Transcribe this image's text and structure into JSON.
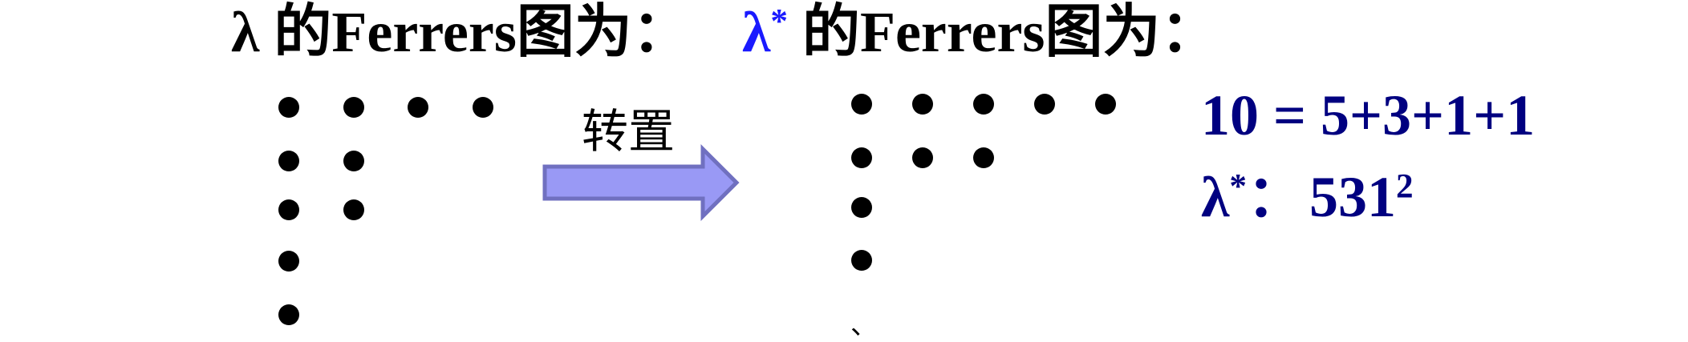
{
  "left_title": {
    "lambda": "λ",
    "text": " 的Ferrers图为："
  },
  "right_title": {
    "lambda": "λ",
    "star": "*",
    "text": " 的Ferrers图为："
  },
  "arrow_label": "转置",
  "colors": {
    "lambda_star": "#1a1aff",
    "equation": "#000080",
    "arrow_fill": "#9999f5",
    "arrow_stroke": "#7070c0"
  },
  "lambda_rows": [
    4,
    2,
    2,
    1,
    1
  ],
  "lambda_star_rows": [
    5,
    3,
    1,
    1
  ],
  "stray_mark": "、",
  "equation": "10 = 5+3+1+1",
  "result": {
    "lambda": "λ",
    "star": "*",
    "colon": "：",
    "value": "531",
    "exponent": "2"
  }
}
